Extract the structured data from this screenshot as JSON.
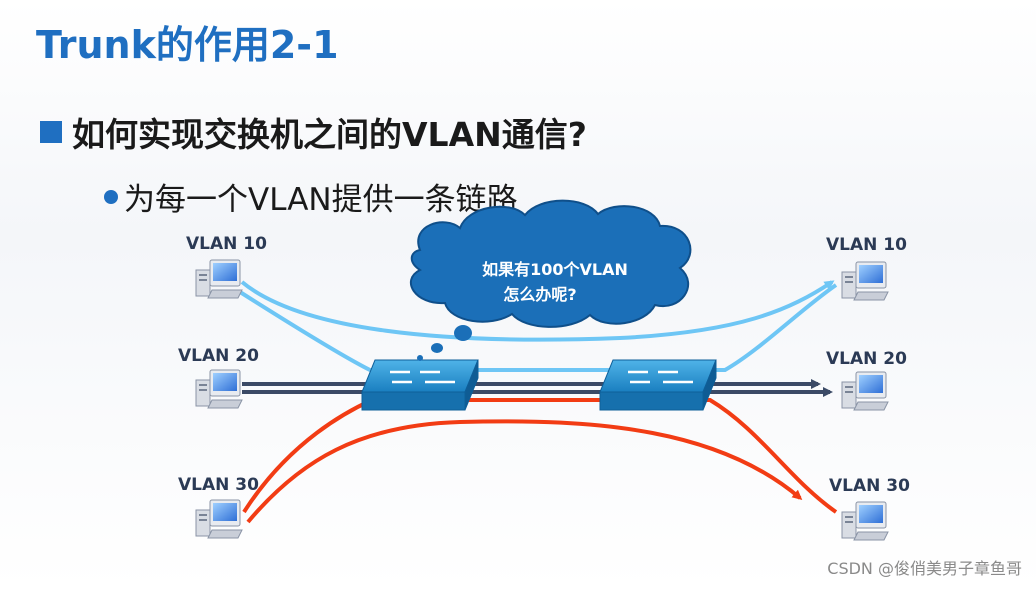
{
  "title": "Trunk的作用2-1",
  "bullet_main": "如何实现交换机之间的VLAN通信?",
  "bullet_sub": "为每一个VLAN提供一条链路",
  "left_labels": [
    "VLAN 10",
    "VLAN 20",
    "VLAN 30"
  ],
  "right_labels": [
    "VLAN 10",
    "VLAN 20",
    "VLAN 30"
  ],
  "cloud": {
    "line1": "如果有100个VLAN",
    "line2": "怎么办呢?"
  },
  "watermark": "CSDN @俊俏美男子章鱼哥",
  "colors": {
    "title": "#1f6fc1",
    "vlan10": "#6ec6f5",
    "vlan20": "#3b4a66",
    "vlan30": "#f23c14",
    "switch": "#1e88c8",
    "cloud": "#1b6fb8"
  },
  "icons": [
    "computer-icon",
    "switch-icon",
    "thought-cloud-icon"
  ]
}
